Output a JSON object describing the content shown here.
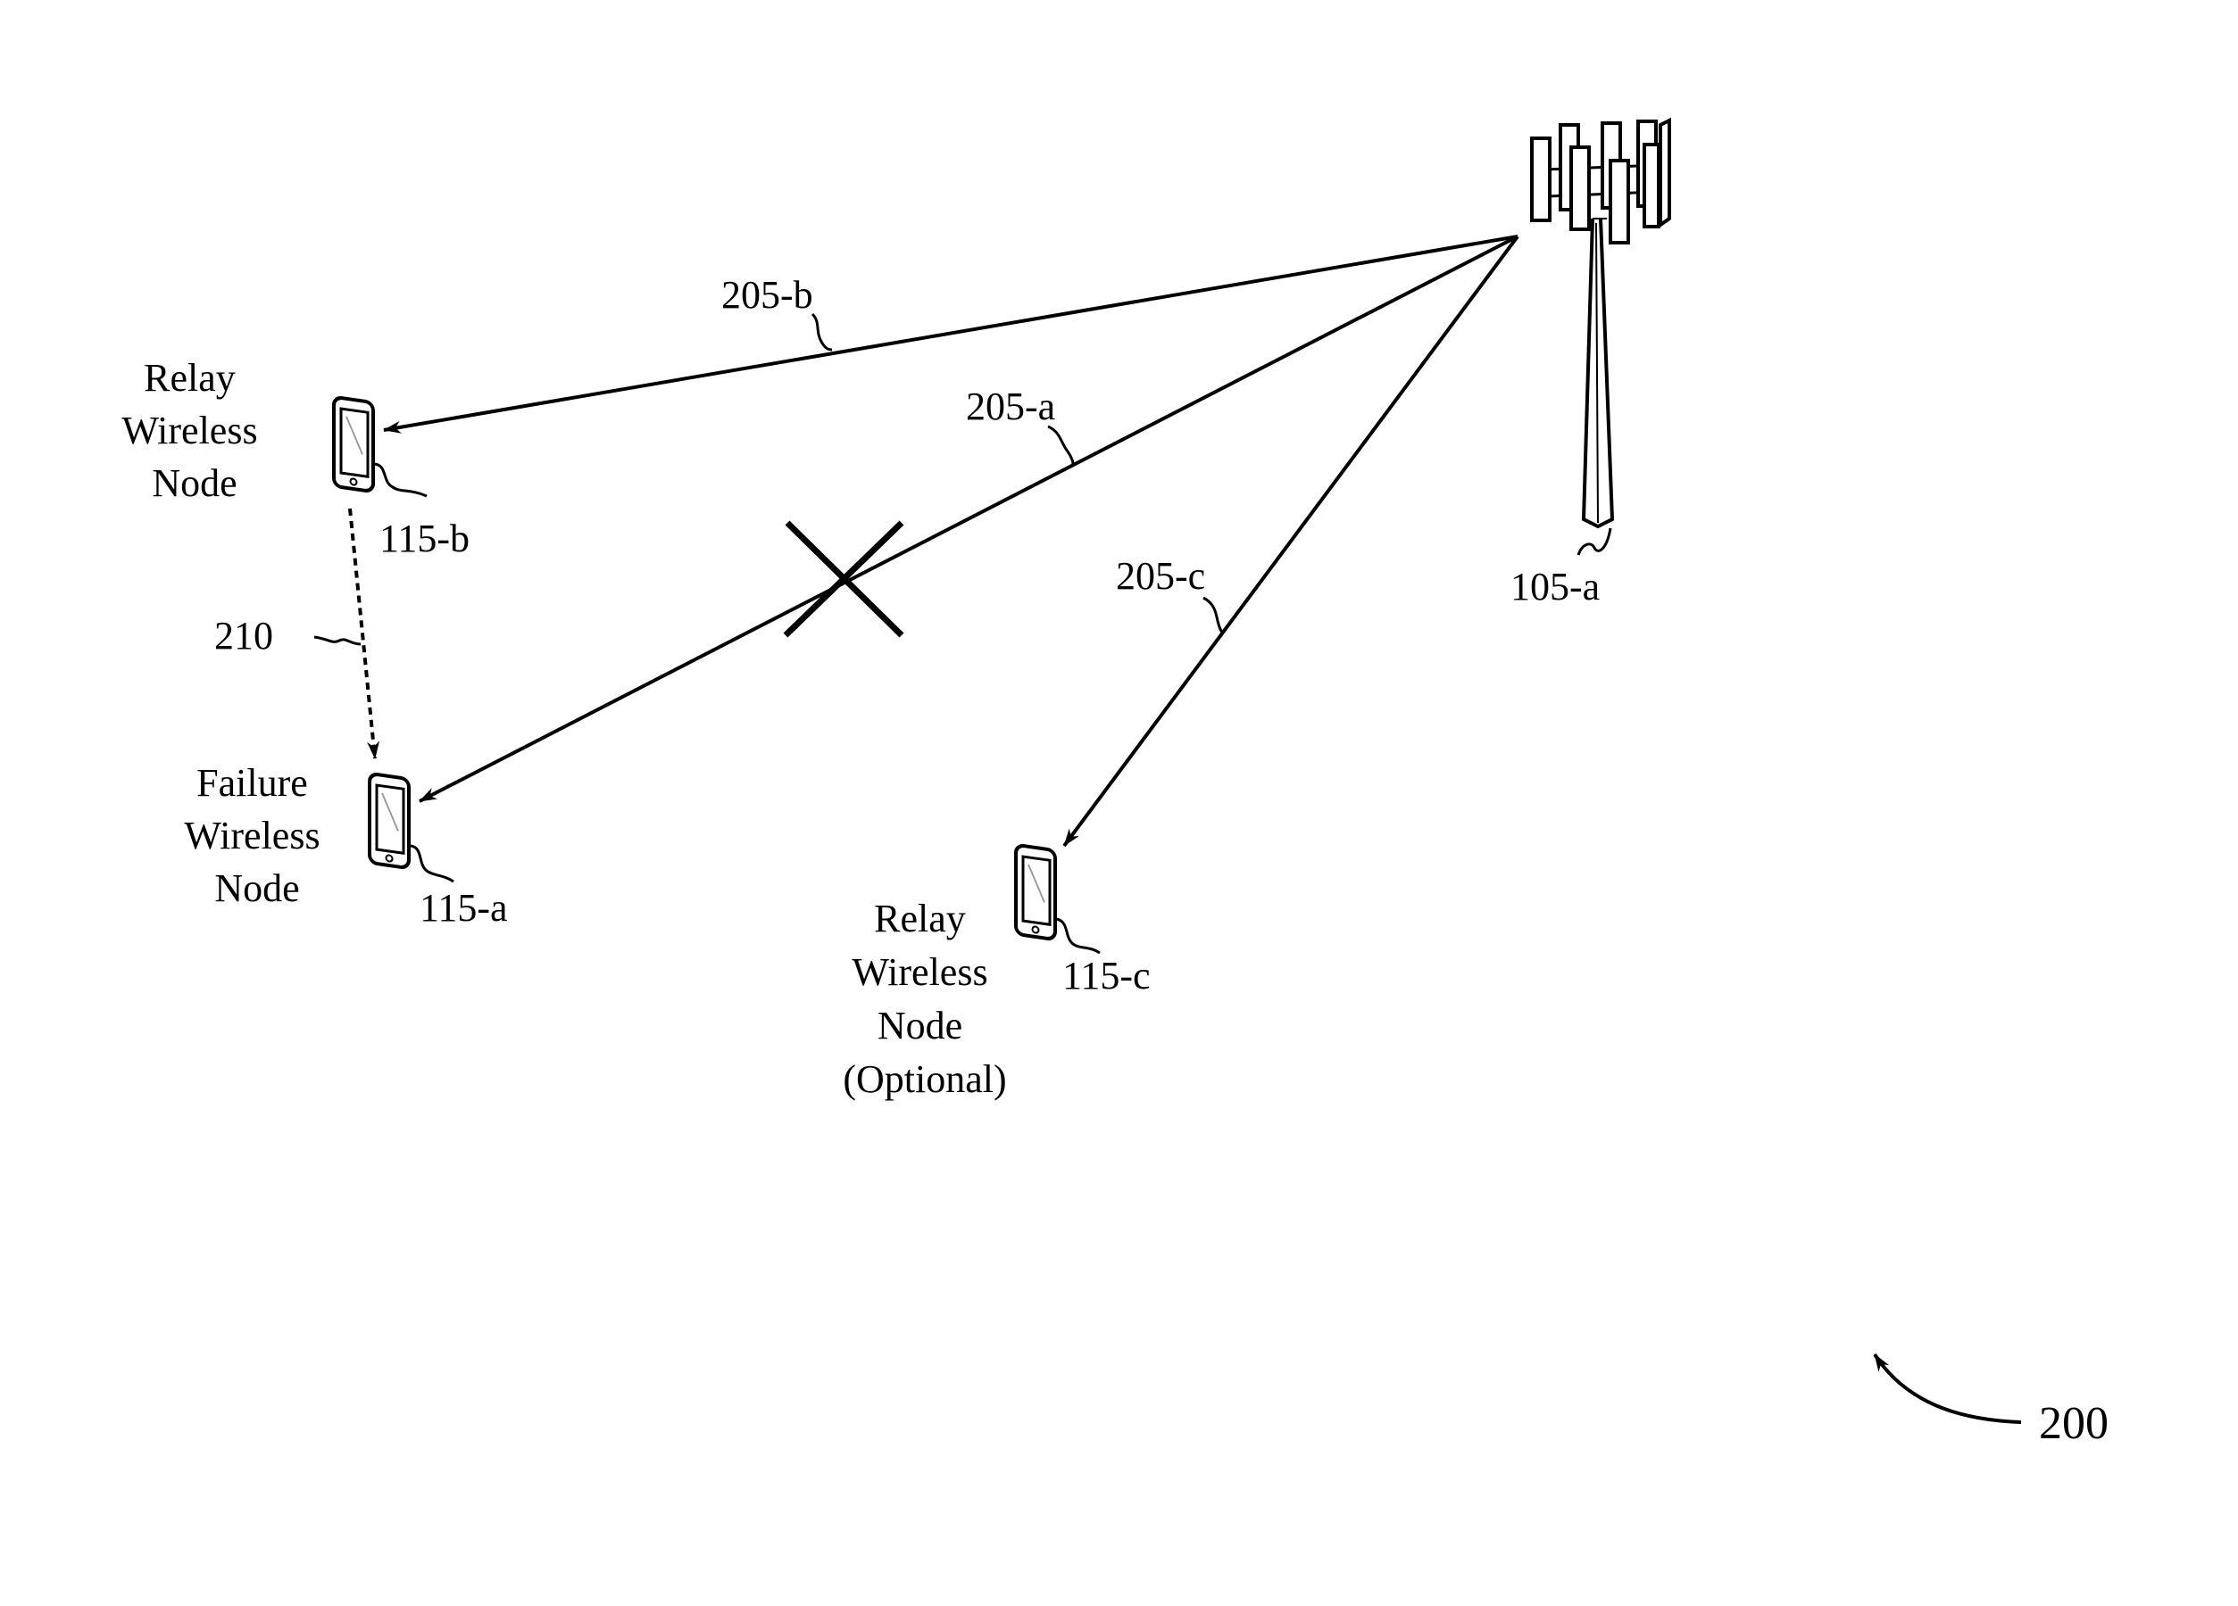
{
  "figure_number": "200",
  "base_station": {
    "ref": "105-a"
  },
  "links": {
    "link_b": "205-b",
    "link_a": "205-a",
    "link_c": "205-c",
    "sidelink": "210"
  },
  "nodes": {
    "relay_b": {
      "ref": "115-b",
      "label_lines": [
        "Relay",
        "Wireless",
        "Node"
      ]
    },
    "failure_a": {
      "ref": "115-a",
      "label_lines": [
        "Failure",
        "Wireless",
        "Node"
      ]
    },
    "relay_c": {
      "ref": "115-c",
      "label_lines": [
        "Relay",
        "Wireless",
        "Node",
        "(Optional)"
      ]
    }
  }
}
